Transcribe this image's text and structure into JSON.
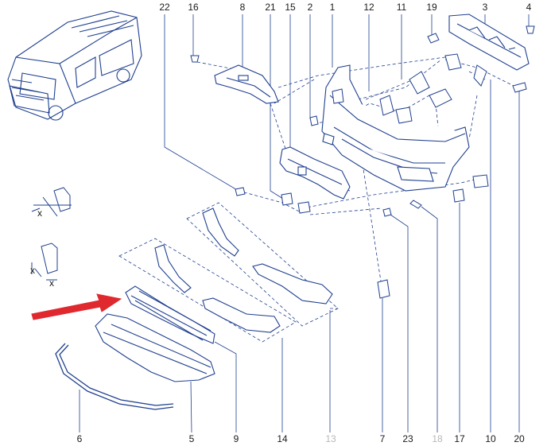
{
  "diagram": {
    "callouts": {
      "c1": "1",
      "c2": "2",
      "c3": "3",
      "c4": "4",
      "c5": "5",
      "c6": "6",
      "c7": "7",
      "c8": "8",
      "c9": "9",
      "c10": "10",
      "c11": "11",
      "c12": "12",
      "c13": "13",
      "c14": "14",
      "c15": "15",
      "c16": "16",
      "c17": "17",
      "c18": "18",
      "c19": "19",
      "c20": "20",
      "c21": "21",
      "c22": "22",
      "c23": "23"
    },
    "highlight_arrow_color": "#e0282f",
    "line_color": "#1f3f8f",
    "muted_callouts": [
      "13",
      "18"
    ]
  }
}
